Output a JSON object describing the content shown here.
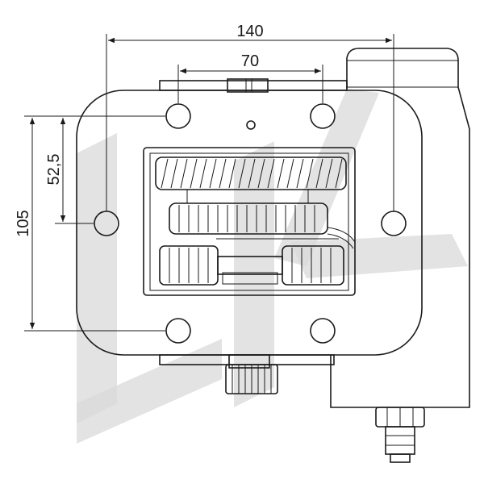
{
  "dimensions": {
    "overall_width": "140",
    "hole_spacing_horizontal": "70",
    "hole_spacing_vertical_half": "52,5",
    "hole_spacing_vertical": "105"
  },
  "watermark": {
    "lettering": "LK",
    "color": "#d9d9d9"
  },
  "colors": {
    "line": "#1a1a1a",
    "background": "#ffffff"
  }
}
